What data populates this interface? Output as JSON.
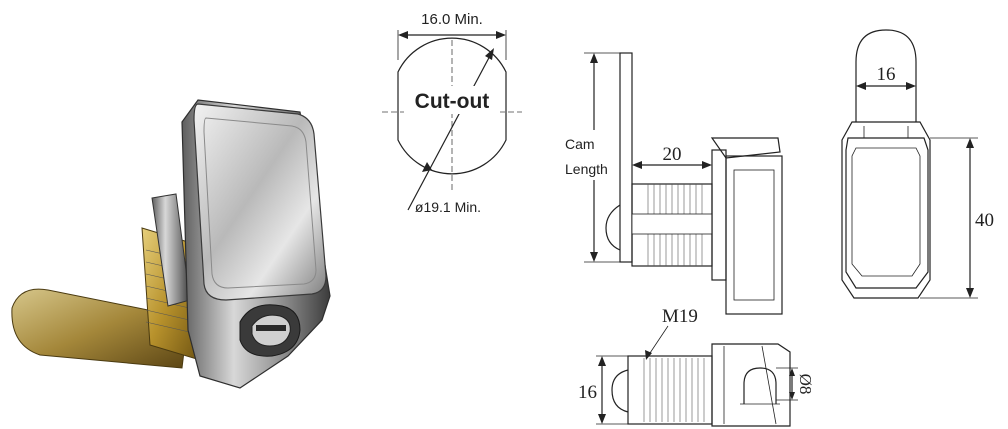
{
  "cutout": {
    "label": "Cut-out",
    "width_label": "16.0 Min.",
    "diameter_label": "ø19.1 Min."
  },
  "side_view": {
    "cam_length_line1": "Cam",
    "cam_length_line2": "Length",
    "depth_label": "20"
  },
  "front_view": {
    "width_label": "16",
    "height_label": "40"
  },
  "bottom_view": {
    "thread_label": "M19",
    "height_label": "16",
    "hole_label": "Ø8"
  },
  "colors": {
    "line": "#222222",
    "chrome": "#c9c9c9",
    "brass": "#c8a63a"
  }
}
